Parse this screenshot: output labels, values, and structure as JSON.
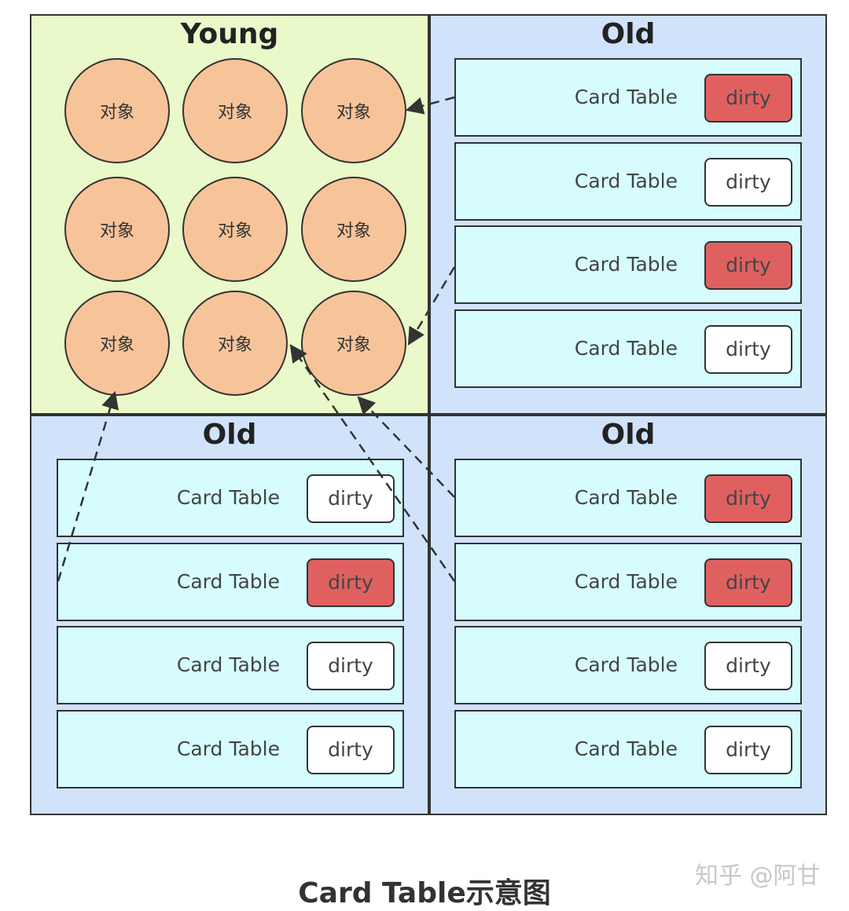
{
  "regions": {
    "young": {
      "title": "Young"
    },
    "old_top_right": {
      "title": "Old"
    },
    "old_bottom_left": {
      "title": "Old"
    },
    "old_bottom_right": {
      "title": "Old"
    }
  },
  "objects": [
    "对象",
    "对象",
    "对象",
    "对象",
    "对象",
    "对象",
    "对象",
    "对象",
    "对象"
  ],
  "card_tables": {
    "old_top_right": [
      {
        "label": "Card Table",
        "flag": "dirty",
        "dirty": true
      },
      {
        "label": "Card Table",
        "flag": "dirty",
        "dirty": false
      },
      {
        "label": "Card Table",
        "flag": "dirty",
        "dirty": true
      },
      {
        "label": "Card Table",
        "flag": "dirty",
        "dirty": false
      }
    ],
    "old_bottom_left": [
      {
        "label": "Card Table",
        "flag": "dirty",
        "dirty": false
      },
      {
        "label": "Card Table",
        "flag": "dirty",
        "dirty": true
      },
      {
        "label": "Card Table",
        "flag": "dirty",
        "dirty": false
      },
      {
        "label": "Card Table",
        "flag": "dirty",
        "dirty": false
      }
    ],
    "old_bottom_right": [
      {
        "label": "Card Table",
        "flag": "dirty",
        "dirty": true
      },
      {
        "label": "Card Table",
        "flag": "dirty",
        "dirty": true
      },
      {
        "label": "Card Table",
        "flag": "dirty",
        "dirty": false
      },
      {
        "label": "Card Table",
        "flag": "dirty",
        "dirty": false
      }
    ]
  },
  "colors": {
    "young_bg": "#e9f9c9",
    "old_bg": "#d0e3fb",
    "card_bg": "#d6fcfd",
    "object_fill": "#f7c49a",
    "dirty_set": "#e06060",
    "dirty_clear": "#ffffff"
  },
  "caption": "Card Table示意图",
  "watermark": "知乎 @阿甘"
}
